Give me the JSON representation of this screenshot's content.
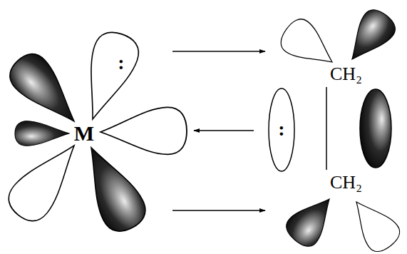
{
  "diagram": {
    "labels": [
      ":",
      "CH₂",
      "M",
      ":",
      "CH₂"
    ]
  }
}
